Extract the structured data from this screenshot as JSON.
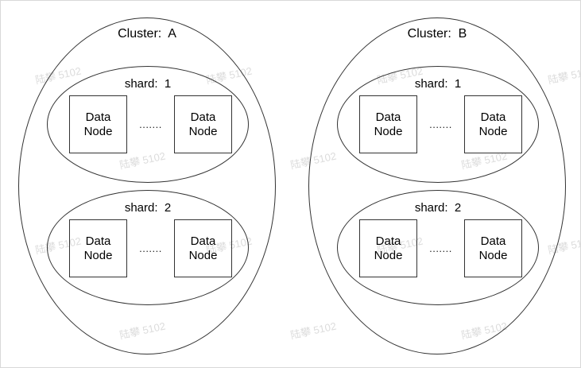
{
  "watermark": {
    "text": "陆攀 5102",
    "color": "#dcdcdc"
  },
  "diagram": {
    "dots": ".......",
    "clusters": [
      {
        "label": "Cluster:  A",
        "shards": [
          {
            "label": "shard:  1",
            "nodes": [
              "Data\nNode",
              "Data\nNode"
            ]
          },
          {
            "label": "shard:  2",
            "nodes": [
              "Data\nNode",
              "Data\nNode"
            ]
          }
        ]
      },
      {
        "label": "Cluster:  B",
        "shards": [
          {
            "label": "shard:  1",
            "nodes": [
              "Data\nNode",
              "Data\nNode"
            ]
          },
          {
            "label": "shard:  2",
            "nodes": [
              "Data\nNode",
              "Data\nNode"
            ]
          }
        ]
      }
    ]
  }
}
